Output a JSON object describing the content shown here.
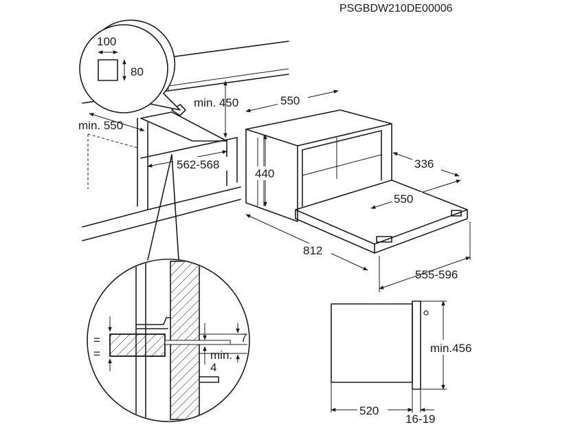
{
  "reference_code": "PSGBDW210DE00006",
  "detail_top": {
    "width": "100",
    "height": "80"
  },
  "cabinet": {
    "min_height": "min. 450",
    "min_depth": "min. 550",
    "inner_width": "562-568"
  },
  "oven": {
    "width": "550",
    "height": "440",
    "depth_right": "336",
    "tray_width": "550",
    "total_depth": "812",
    "niche_width": "555-596"
  },
  "side_view": {
    "height": "min.456",
    "depth": "520",
    "door_depth": "16-19"
  },
  "detail_bottom": {
    "gap": "7",
    "min_label": "min.",
    "min_value": "4",
    "equal_top": "=",
    "equal_bottom": "="
  }
}
